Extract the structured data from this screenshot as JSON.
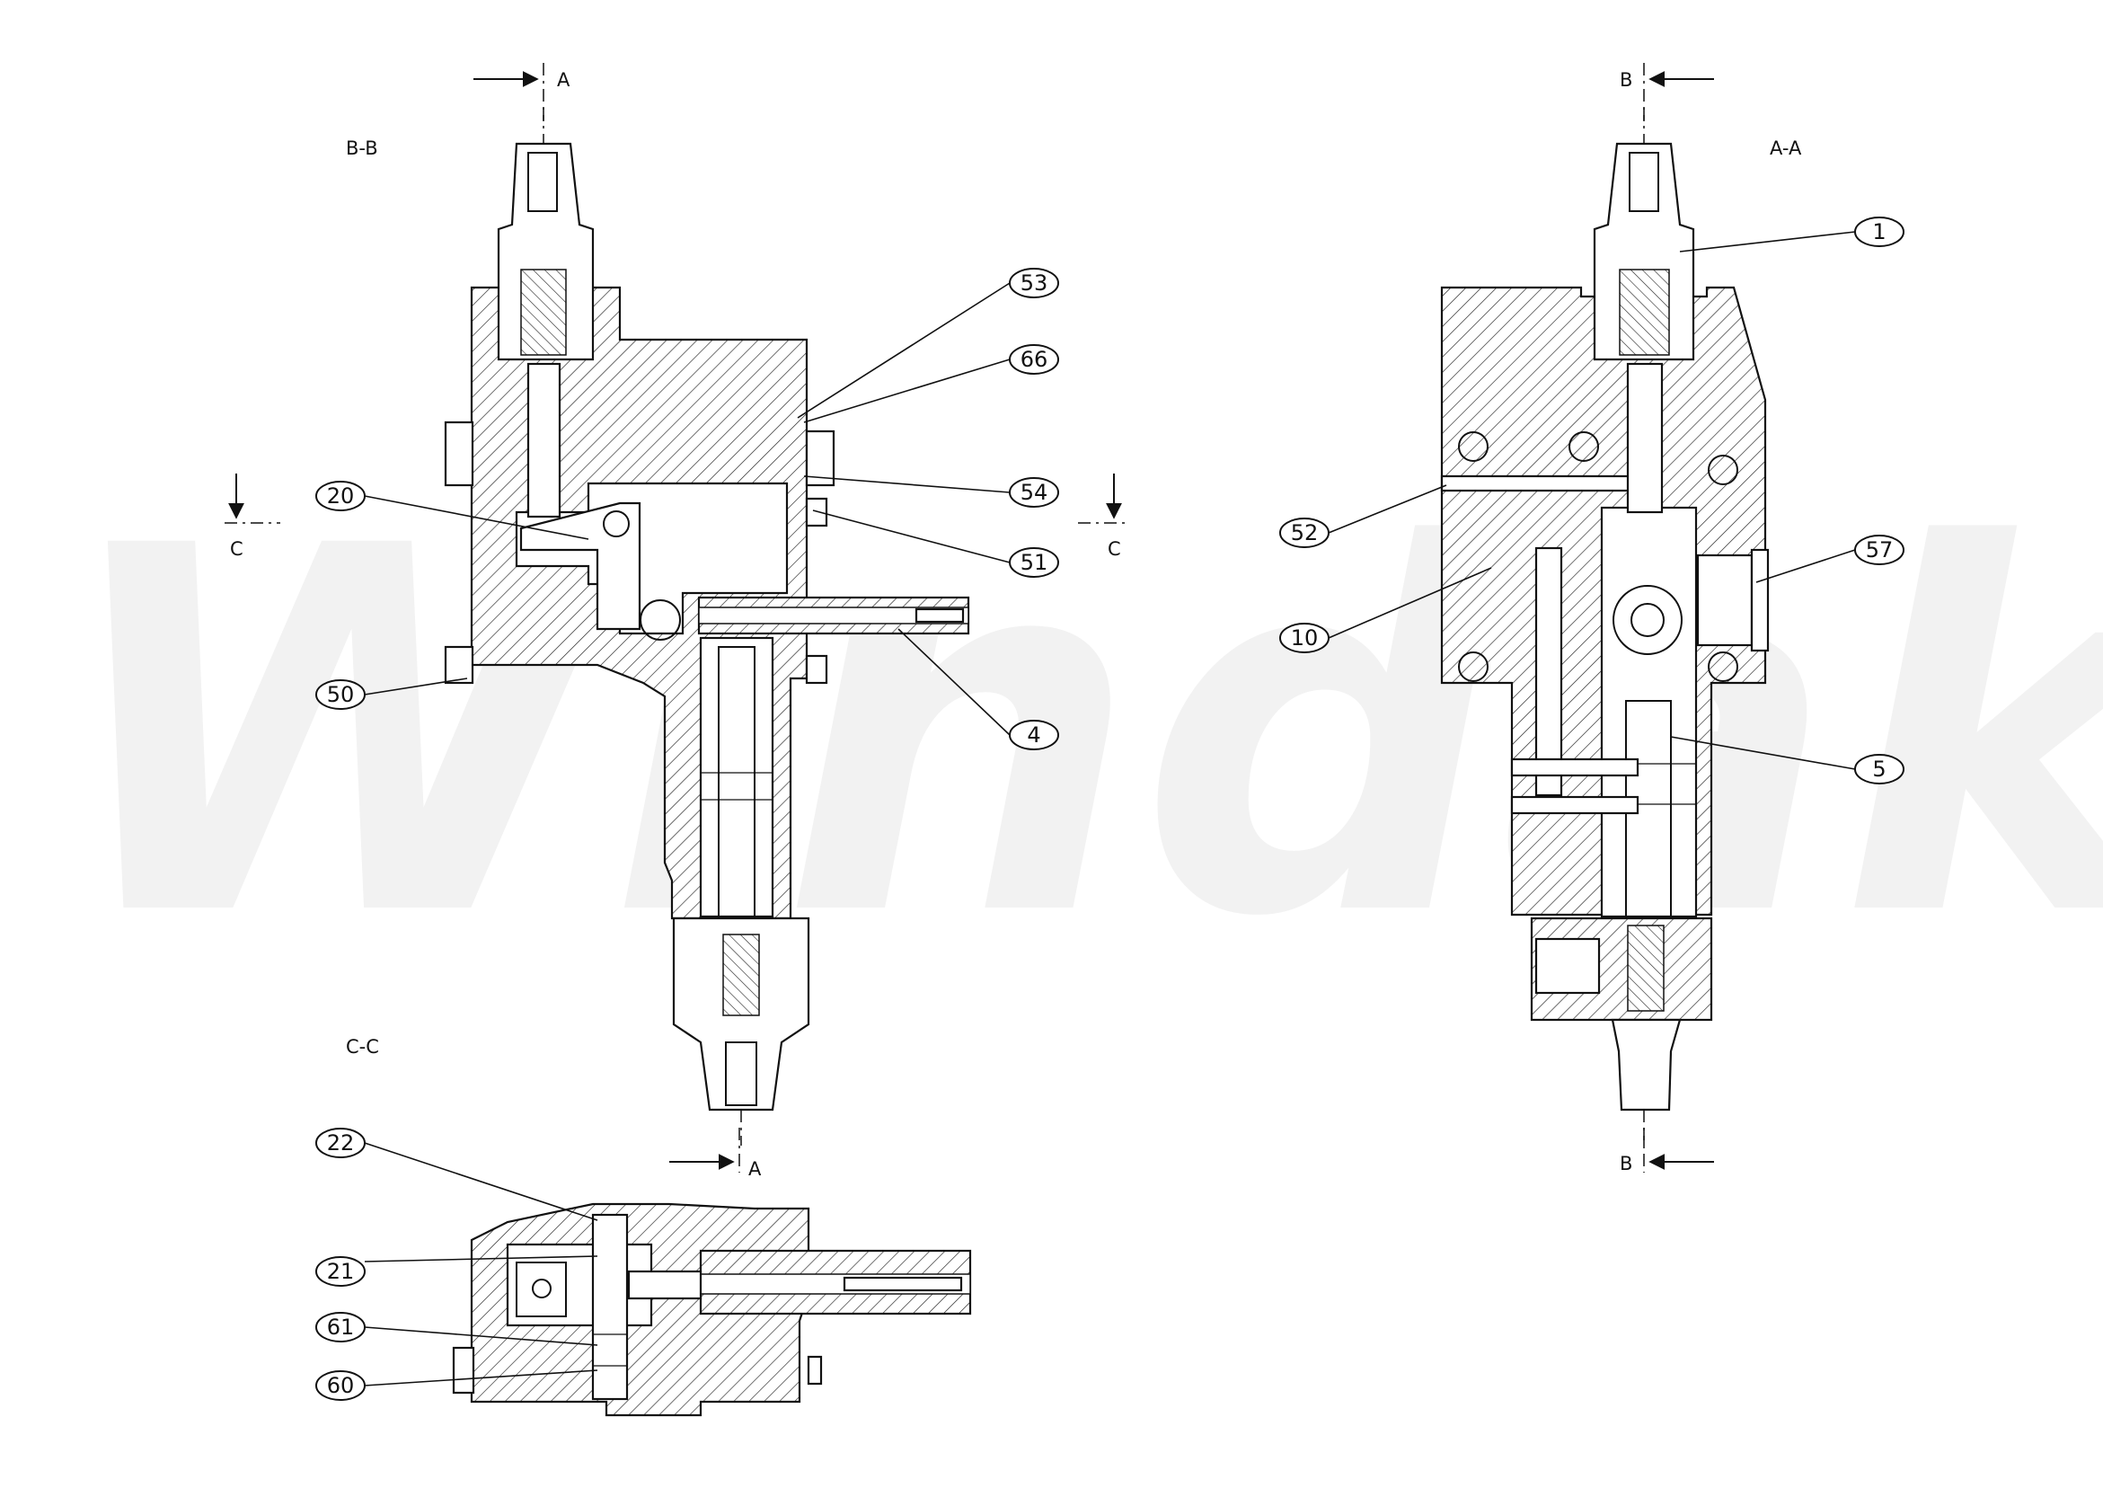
{
  "watermark": "Windako",
  "section_titles": {
    "bb": "B-B",
    "aa": "A-A",
    "cc": "C-C"
  },
  "cut_labels": {
    "a_top": "A",
    "a_bottom": "A",
    "b_top": "B",
    "b_bottom": "B",
    "c_left": "C",
    "c_right": "C"
  },
  "balloons": {
    "p1": "1",
    "p4": "4",
    "p5": "5",
    "p10": "10",
    "p20": "20",
    "p21": "21",
    "p22": "22",
    "p50": "50",
    "p51": "51",
    "p52": "52",
    "p53": "53",
    "p54": "54",
    "p57": "57",
    "p60": "60",
    "p61": "61",
    "p66": "66"
  }
}
